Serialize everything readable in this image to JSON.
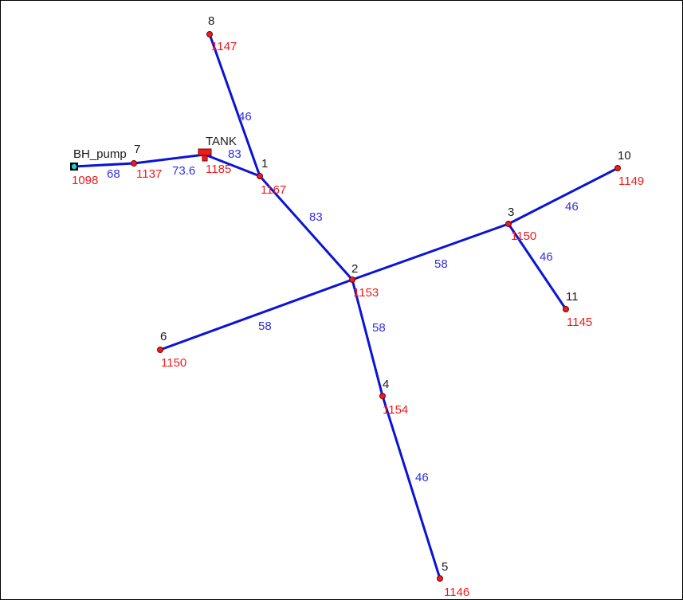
{
  "colors": {
    "pipe": "#0a14d4",
    "pipe_label": "#3030e0",
    "node_fill": "#ee1c1c",
    "node_stroke": "#7a0000",
    "node_value": "#ee1c1c",
    "node_id": "#1a1a1a",
    "tank_fill": "#ee1c1c",
    "source_fill": "#19d4d4"
  },
  "network": {
    "source": {
      "id": "BH_pump",
      "value": "1098",
      "icon": "reservoir-icon"
    },
    "tank": {
      "id": "TANK",
      "value": "1185",
      "icon": "tank-icon"
    },
    "nodes": [
      {
        "id": "7",
        "value": "1137"
      },
      {
        "id": "8",
        "value": "1147"
      },
      {
        "id": "1",
        "value": "1167"
      },
      {
        "id": "2",
        "value": "1153"
      },
      {
        "id": "3",
        "value": "1150"
      },
      {
        "id": "4",
        "value": "1154"
      },
      {
        "id": "5",
        "value": "1146"
      },
      {
        "id": "6",
        "value": "1150"
      },
      {
        "id": "10",
        "value": "1149"
      },
      {
        "id": "11",
        "value": "1145"
      }
    ],
    "pipes": [
      {
        "from": "BH_pump",
        "to": "7",
        "label": "68"
      },
      {
        "from": "7",
        "to": "TANK",
        "label": "73.6"
      },
      {
        "from": "TANK",
        "to": "1",
        "label": "83"
      },
      {
        "from": "8",
        "to": "1",
        "label": "46"
      },
      {
        "from": "1",
        "to": "2",
        "label": "83"
      },
      {
        "from": "2",
        "to": "3",
        "label": "58"
      },
      {
        "from": "2",
        "to": "6",
        "label": "58"
      },
      {
        "from": "2",
        "to": "4",
        "label": "58"
      },
      {
        "from": "4",
        "to": "5",
        "label": "46"
      },
      {
        "from": "3",
        "to": "10",
        "label": "46"
      },
      {
        "from": "3",
        "to": "11",
        "label": "46"
      }
    ]
  }
}
